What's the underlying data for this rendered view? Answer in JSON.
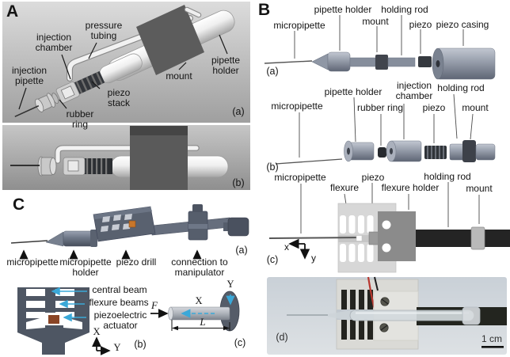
{
  "colors": {
    "accent_cyan": "#3aa8d8",
    "actuator_orange": "#c8762a",
    "wire_red": "#b8372e",
    "part_blue_gray": "#9aa1ae",
    "rod_black": "#242424",
    "panel_a_bg_top": "#d9d9d9",
    "panel_a_bg_bottom": "#9e9e9e"
  },
  "panelA": {
    "letter": "A",
    "labels": {
      "injection_chamber": "injection\nchamber",
      "pressure_tubing": "pressure\ntubing",
      "mount": "mount",
      "pipette_holder": "pipette\nholder",
      "injection_pipette": "injection\npipette",
      "piezo_stack": "piezo\nstack",
      "rubber_ring": "rubber\nring",
      "tag_a": "(a)",
      "tag_b": "(b)"
    }
  },
  "panelB": {
    "letter": "B",
    "row_a": {
      "micropipette": "micropipette",
      "pipette_holder": "pipette holder",
      "mount": "mount",
      "holding_rod": "holding rod",
      "piezo": "piezo",
      "piezo_casing": "piezo casing",
      "tag": "(a)"
    },
    "row_b": {
      "micropipette": "micropipette",
      "pipette_holder": "pipette holder",
      "rubber_ring": "rubber ring",
      "injection_chamber": "injection\nchamber",
      "piezo": "piezo",
      "holding_rod": "holding rod",
      "mount": "mount",
      "tag": "(b)"
    },
    "row_c": {
      "micropipette": "micropipette",
      "flexure": "flexure",
      "piezo": "piezo",
      "flexure_holder": "flexure holder",
      "holding_rod": "holding rod",
      "mount": "mount",
      "axis_x": "x",
      "axis_y": "y",
      "tag": "(c)"
    },
    "row_d": {
      "tag": "(d)",
      "scale": "1 cm"
    }
  },
  "panelC": {
    "letter": "C",
    "row_a": {
      "micropipette": "micropipette",
      "micropipette_holder": "micropipette\nholder",
      "piezo_drill": "piezo drill",
      "connection": "connection to\nmanipulator",
      "tag": "(a)"
    },
    "row_b": {
      "central_beam": "central beam",
      "flexure_beams": "flexure beams",
      "piezo_actuator": "piezoelectric\nactuator",
      "axis_x": "X",
      "axis_y": "Y",
      "tag": "(b)"
    },
    "row_c": {
      "force": "F",
      "x": "X",
      "y": "Y",
      "length": "L",
      "tag": "(c)"
    }
  }
}
